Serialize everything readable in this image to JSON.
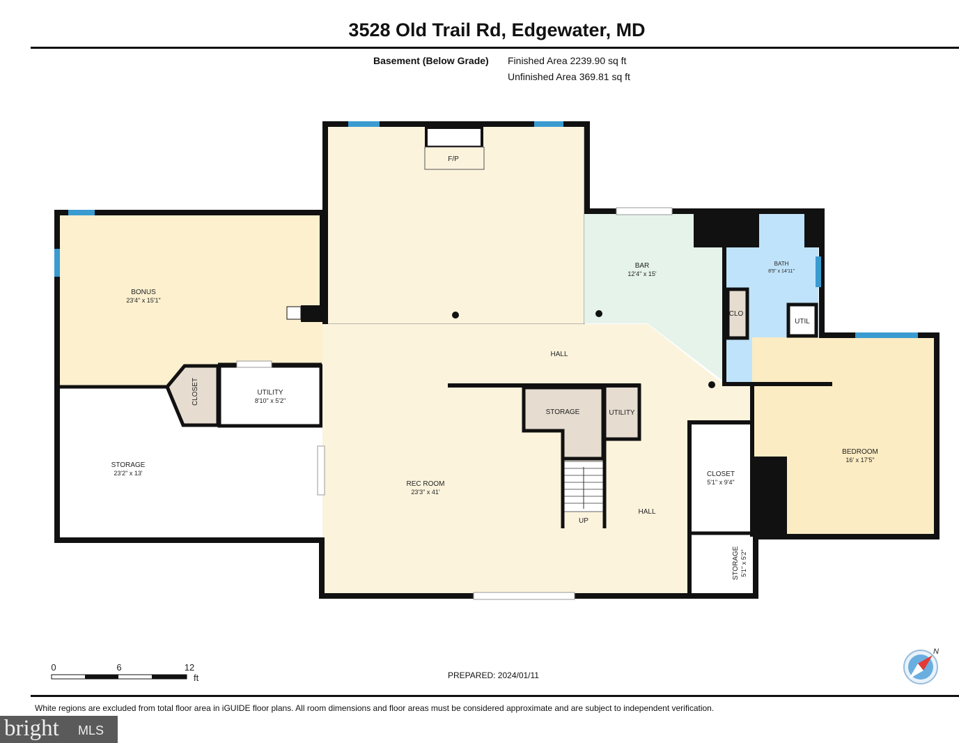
{
  "header": {
    "title": "3528 Old Trail Rd, Edgewater, MD",
    "level": "Basement (Below Grade)",
    "finished_area": "Finished Area 2239.90 sq ft",
    "unfinished_area": "Unfinished Area 369.81 sq ft"
  },
  "rooms": {
    "fireplace": "F/P",
    "bonus": {
      "name": "BONUS",
      "dims": "23'4\" x 15'1\""
    },
    "bar": {
      "name": "BAR",
      "dims": "12'4\" x 15'"
    },
    "bath": {
      "name": "BATH",
      "dims": "8'5\" x 14'11\""
    },
    "clo": "CLO",
    "util": "UTIL",
    "hall_upper": "HALL",
    "hall_lower": "HALL",
    "closet_left": "CLOSET",
    "utility_left": {
      "name": "UTILITY",
      "dims": "8'10\" x 5'2\""
    },
    "storage_left": {
      "name": "STORAGE",
      "dims": "23'2\" x 13'"
    },
    "storage_center": "STORAGE",
    "utility_center": "UTILITY",
    "rec_room": {
      "name": "REC ROOM",
      "dims": "23'3\" x 41'"
    },
    "stairs": "UP",
    "bedroom": {
      "name": "BEDROOM",
      "dims": "16' x 17'5\""
    },
    "closet_right": {
      "name": "CLOSET",
      "dims": "5'1\" x 9'4\""
    },
    "storage_right": {
      "name": "STORAGE",
      "dims": "5'1\" x 5'2\""
    }
  },
  "scale": {
    "ticks": [
      "0",
      "6",
      "12"
    ],
    "unit": "ft"
  },
  "footer": {
    "prepared": "PREPARED: 2024/01/11",
    "disclaimer": "White regions are excluded from total floor area in iGUIDE floor plans. All room dimensions and floor areas must be considered approximate and are subject to independent verification.",
    "compass_label": "N"
  },
  "watermark": {
    "brand": "bright",
    "suffix": "MLS"
  },
  "colors": {
    "wall": "#111111",
    "main": "#fbf3dc",
    "bonus": "#fcf0cf",
    "bar": "#e5f3ea",
    "bath": "#bfe3fa",
    "bedroom": "#fcecc3",
    "closet": "#e6dcd0",
    "window": "#3a9bd0"
  }
}
